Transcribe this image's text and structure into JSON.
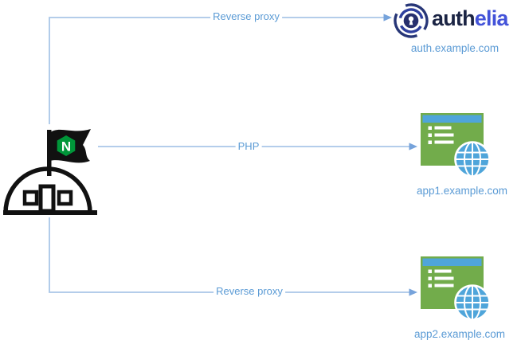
{
  "diagram_title": "nginx reverse proxy diagram",
  "nodes": {
    "nginx": {
      "icon": "nginx-camp-icon",
      "flag_letter": "N"
    },
    "authelia": {
      "brand_prefix": "auth",
      "brand_suffix": "elia",
      "domain": "auth.example.com"
    },
    "app1": {
      "icon": "web-app-icon",
      "domain": "app1.example.com"
    },
    "app2": {
      "icon": "web-app-icon",
      "domain": "app2.example.com"
    }
  },
  "edges": [
    {
      "from": "nginx",
      "to": "authelia",
      "label": "Reverse proxy"
    },
    {
      "from": "nginx",
      "to": "app1",
      "label": "PHP"
    },
    {
      "from": "nginx",
      "to": "app2",
      "label": "Reverse proxy"
    }
  ],
  "colors": {
    "background": "#FFFFFF",
    "connector_line": "#A9C6E8",
    "arrowhead": "#76A3DB",
    "edge_label_text": "#5B9BD5",
    "domain_label_text": "#5B9BD5",
    "app_window_green": "#72AC4B",
    "app_titlebar_blue": "#4FA5DA",
    "globe_blue": "#4FA5DA",
    "nginx_flag_black": "#111111",
    "nginx_hexagon_green": "#009639",
    "authelia_navy": "#1B2444",
    "authelia_blue": "#4353D9",
    "authelia_ring_outer": "#273677",
    "authelia_ring_inner": "#2E3F9E",
    "authelia_center": "#272F6E"
  }
}
